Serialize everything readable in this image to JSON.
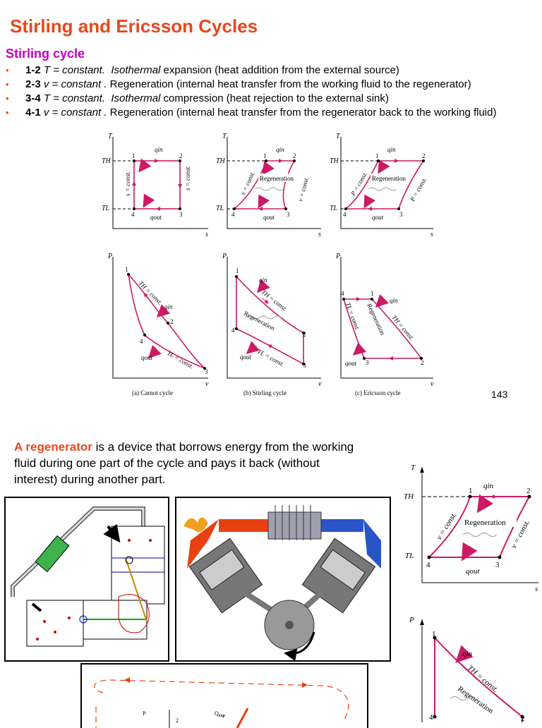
{
  "title": "Stirling and Ericsson Cycles",
  "subhead": "Stirling cycle",
  "bullets": [
    {
      "num": "1-2",
      "var": "T = constant.",
      "kind": "Isothermal",
      "rest": " expansion (heat addition from the external source)"
    },
    {
      "num": "2-3",
      "var": "v = constant .",
      "kind": "",
      "rest": " Regeneration (internal heat transfer from the working fluid to the regenerator)"
    },
    {
      "num": "3-4",
      "var": "T = constant.",
      "kind": "Isothermal",
      "rest": " compression (heat rejection to the external sink)"
    },
    {
      "num": "4-1",
      "var": "v = constant .",
      "kind": "",
      "rest": " Regeneration (internal heat transfer from the regenerator back to the working fluid)"
    }
  ],
  "bullet_symbol": "•",
  "figure": {
    "axis_T": "T",
    "axis_s": "s",
    "axis_P": "P",
    "axis_v": "v",
    "TH": "TH",
    "TL": "TL",
    "qin": "qin",
    "qout": "qout",
    "s_const": "s = const.",
    "v_const": "v = const.",
    "P_const": "P = const.",
    "TH_const": "TH = const.",
    "TL_const": "TL = const.",
    "regeneration": "Regeneration",
    "p1": "1",
    "p2": "2",
    "p3": "3",
    "p4": "4",
    "caption_a": "(a) Carnot cycle",
    "caption_b": "(b) Stirling cycle",
    "caption_c": "(c) Ericsson cycle"
  },
  "page_number": "143",
  "regen_highlight": "A regenerator",
  "regen_rest": " is a device that borrows energy from the working fluid during one part of the cycle and pays it back (without interest) during another part.",
  "bottom_diagram": {
    "P": "P",
    "two": "2",
    "Qexp": "Q",
    "exp_sub": "exp",
    "pv_small": "P"
  },
  "colors": {
    "title": "#e8481c",
    "subhead": "#c000c0",
    "cycle": "#cc1a66",
    "arrow": "#e85060"
  }
}
